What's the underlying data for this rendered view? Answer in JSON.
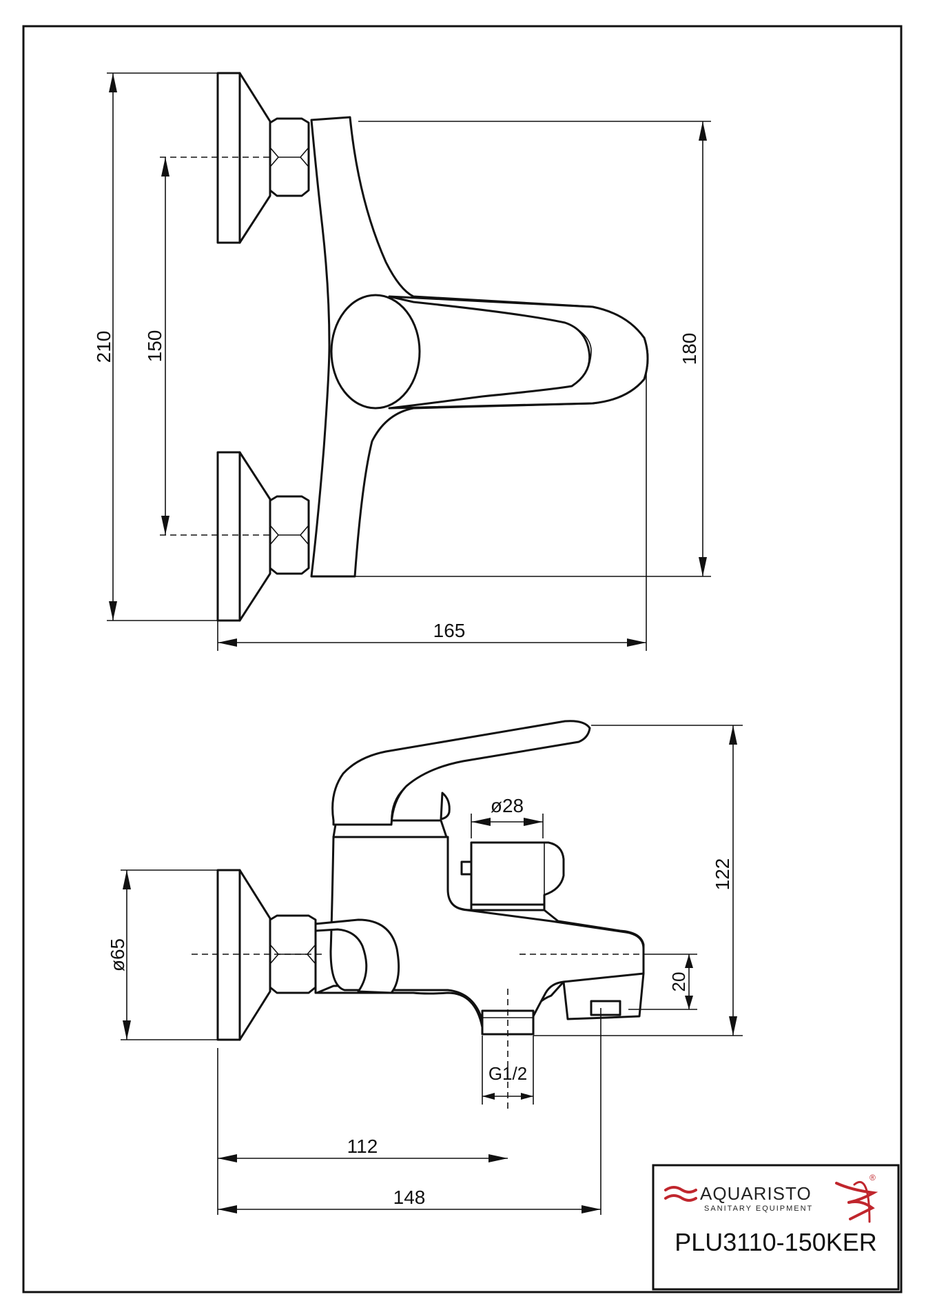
{
  "drawing": {
    "front_view": {
      "dim_total_height": "210",
      "dim_center_distance": "150",
      "dim_body_height": "180",
      "dim_width": "165"
    },
    "side_view": {
      "dim_handle_diameter": "ø28",
      "dim_total_height": "122",
      "dim_escutcheon_diameter": "ø65",
      "dim_spout_offset": "20",
      "dim_outlet_thread": "G1/2",
      "dim_outlet_distance": "112",
      "dim_spout_length": "148"
    }
  },
  "title_block": {
    "brand_name": "AQUARISTO",
    "brand_tagline": "SANITARY EQUIPMENT",
    "registered_mark": "®",
    "product_code": "PLU3110-150KER",
    "brand_colors": {
      "accent": "#c0262d",
      "text": "#222222"
    },
    "logo_icon": "aquaristo-wave-logo"
  }
}
